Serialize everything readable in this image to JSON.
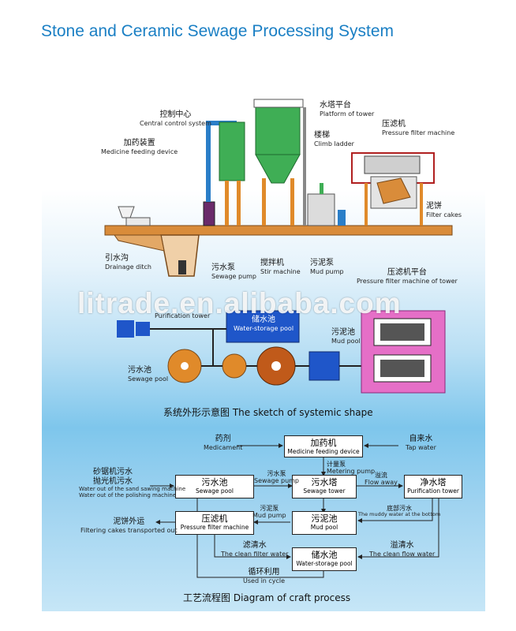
{
  "title": "Stone and Ceramic Sewage Processing System",
  "watermark": "litrade.en.alibaba.com",
  "sketch_labels": {
    "water_tower_platform": {
      "zh": "水塔平台",
      "en": "Platform of tower"
    },
    "control_center": {
      "zh": "控制中心",
      "en": "Central control system"
    },
    "climb_ladder": {
      "zh": "楼梯",
      "en": "Climb ladder"
    },
    "pressure_filter": {
      "zh": "压滤机",
      "en": "Pressure filter machine"
    },
    "medicine_feeding": {
      "zh": "加药装置",
      "en": "Medicine feeding device"
    },
    "filter_cakes": {
      "zh": "泥饼",
      "en": "Filter cakes"
    },
    "drainage_ditch": {
      "zh": "引水沟",
      "en": "Drainage ditch"
    },
    "sewage_pump": {
      "zh": "污水泵",
      "en": "Sewage pump"
    },
    "stir_machine": {
      "zh": "搅拌机",
      "en": "Stir machine"
    },
    "mud_pump": {
      "zh": "污泥泵",
      "en": "Mud pump"
    },
    "filter_platform": {
      "zh": "压滤机平台",
      "en": "Pressure filter machine of tower"
    },
    "purification_tower": {
      "en": "Purification tower"
    },
    "storage_pool": {
      "zh": "储水池",
      "en": "Water-storage pool"
    },
    "mud_pool": {
      "zh": "污泥池",
      "en": "Mud pool"
    },
    "sewage_pool": {
      "zh": "污水池",
      "en": "Sewage pool"
    }
  },
  "sketch_caption": {
    "zh": "系统外形示意图",
    "en": "The sketch of systemic shape"
  },
  "flow": {
    "boxes": {
      "feeding": {
        "zh": "加药机",
        "en": "Medicine feeding device"
      },
      "sewage_pool": {
        "zh": "污水池",
        "en": "Sewage pool"
      },
      "sewage_tower": {
        "zh": "污水塔",
        "en": "Sewage tower"
      },
      "purification_tower": {
        "zh": "净水塔",
        "en": "Purification tower"
      },
      "filter_machine": {
        "zh": "压滤机",
        "en": "Pressure filter machine"
      },
      "mud_pool": {
        "zh": "污泥池",
        "en": "Mud pool"
      },
      "storage_pool": {
        "zh": "储水池",
        "en": "Water-storage pool"
      }
    },
    "labels": {
      "medicament": {
        "zh": "药剂",
        "en": "Medicament"
      },
      "tap_water": {
        "zh": "自来水",
        "en": "Tap water"
      },
      "source_zh1": "砂锯机污水",
      "source_zh2": "抛光机污水",
      "source_en1": "Water out of the sand sawing machine",
      "source_en2": "Water out of the polishing machine",
      "sewage_pump": {
        "zh": "污水泵",
        "en": "Sewage pump"
      },
      "metering_pump": {
        "zh": "计量泵",
        "en": "Metering pump"
      },
      "flow_away": {
        "zh": "溢流",
        "en": "Flow away"
      },
      "mud_pump": {
        "zh": "污泥泵",
        "en": "Mud pump"
      },
      "muddy_bottom": {
        "zh": "底部污水",
        "en": "The muddy water at the bottom"
      },
      "cakes_out": {
        "zh": "泥饼外运",
        "en": "Filtering cakes transported out"
      },
      "clean_filter": {
        "zh": "滤清水",
        "en": "The clean filter water"
      },
      "clean_flow": {
        "zh": "溢清水",
        "en": "The clean flow water"
      },
      "cycle": {
        "zh": "循环利用",
        "en": "Used in cycle"
      }
    }
  },
  "flow_caption": {
    "zh": "工艺流程图",
    "en": "Diagram of craft process"
  }
}
